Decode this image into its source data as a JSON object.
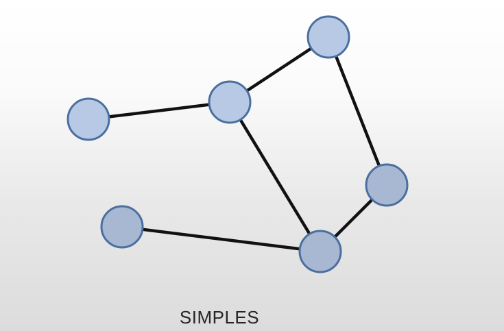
{
  "diagram": {
    "caption": "SIMPLES",
    "colors": {
      "edge": "#111111",
      "node_fill_light": "#b8c9e6",
      "node_fill_dark": "#a8b7d2",
      "node_stroke": "#4a6f9e"
    },
    "nodes": [
      {
        "id": "n1"
      },
      {
        "id": "n2"
      },
      {
        "id": "n3"
      },
      {
        "id": "n4"
      },
      {
        "id": "n5"
      },
      {
        "id": "n6"
      }
    ],
    "edges": [
      {
        "from": "n1",
        "to": "n2"
      },
      {
        "from": "n2",
        "to": "n3"
      },
      {
        "from": "n3",
        "to": "n5"
      },
      {
        "from": "n2",
        "to": "n6"
      },
      {
        "from": "n5",
        "to": "n6"
      },
      {
        "from": "n4",
        "to": "n6"
      }
    ]
  }
}
